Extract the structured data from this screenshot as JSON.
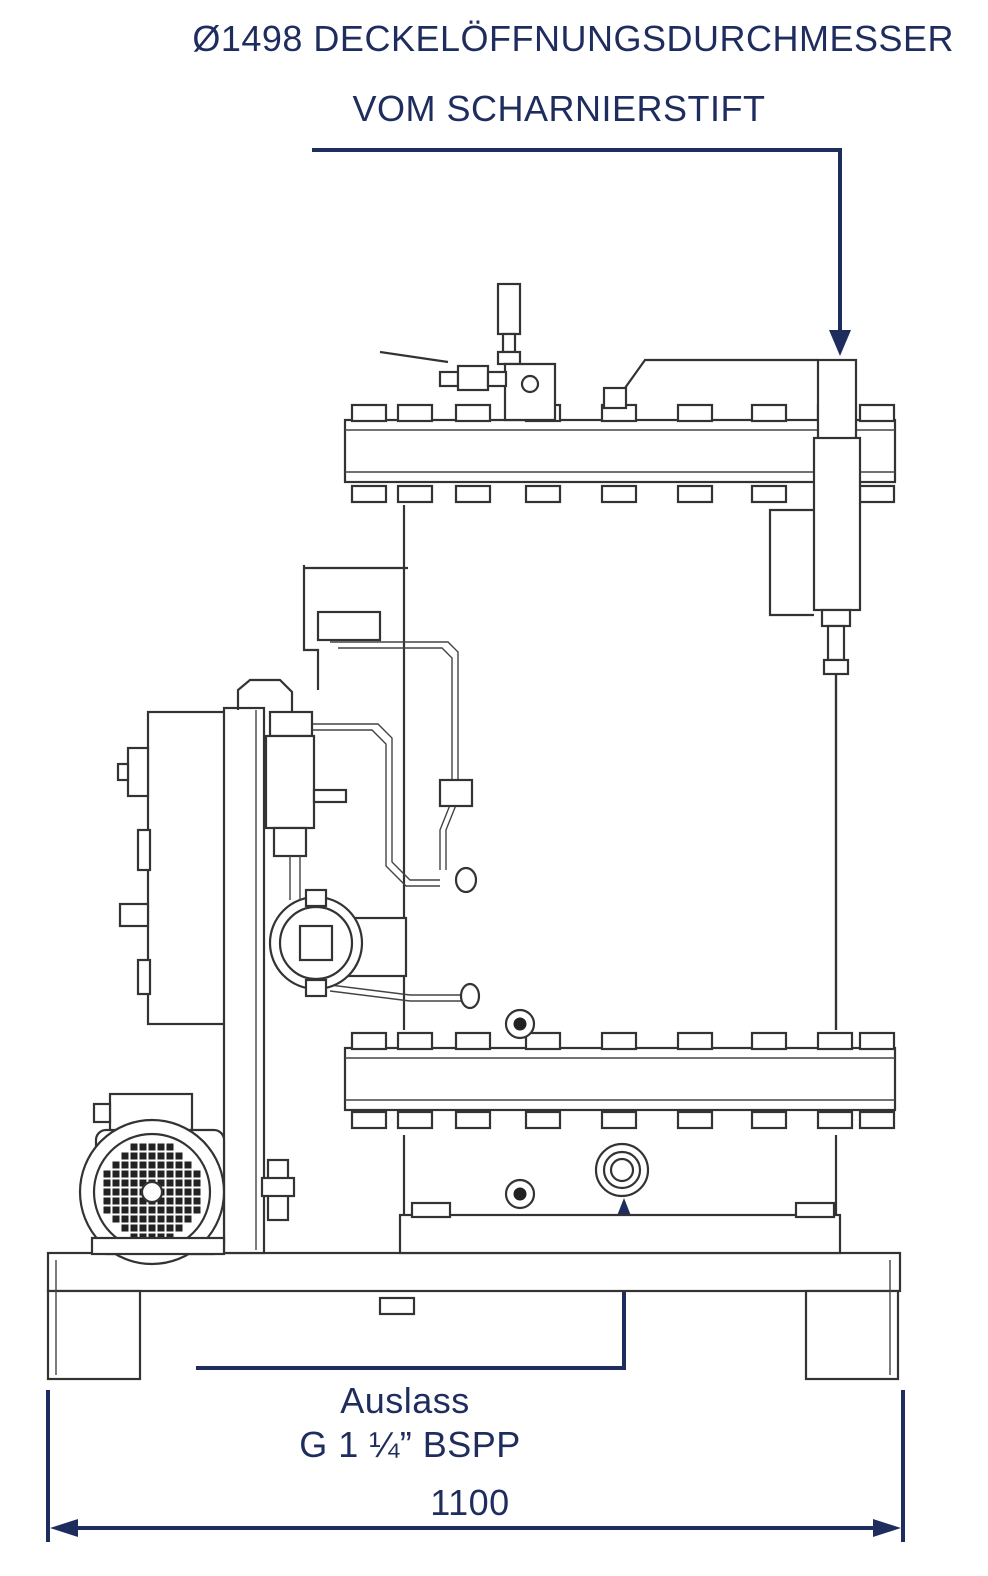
{
  "annotations": {
    "lid_opening_line1": "Ø1498 DECKELÖFFNUNGSDURCHMESSER",
    "lid_opening_line2": "VOM SCHARNIERSTIFT",
    "outlet_line1": "Auslass",
    "outlet_line2": "G 1 ¼” BSPP",
    "overall_width": "1100"
  },
  "colors": {
    "annotation": "#1e2d5e",
    "linework": "#333333"
  },
  "icons": {
    "motor": "electric-motor-icon",
    "gauge": "pressure-gauge-icon",
    "solenoid": "solenoid-valve-icon",
    "ball_valve": "ball-valve-icon"
  }
}
